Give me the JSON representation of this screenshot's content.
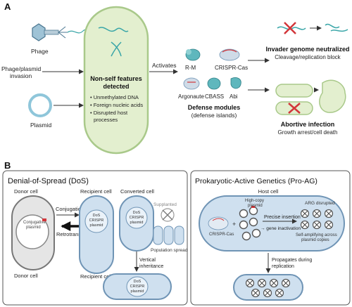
{
  "panelA": {
    "letter": "A",
    "phage_label": "Phage",
    "invasion_label": "Phage/plasmid invasion",
    "plasmid_label": "Plasmid",
    "cell_title": "Non-self features detected",
    "cell_bullets": [
      "Unmethylated DNA",
      "Foreign nucleic acids",
      "Disrupted host processes"
    ],
    "activates_label": "Activates",
    "modules": [
      {
        "name": "R-M"
      },
      {
        "name": "CRISPR-Cas"
      },
      {
        "name": "Argonaute"
      },
      {
        "name": "CBASS"
      },
      {
        "name": "Abi"
      }
    ],
    "modules_title": "Defense modules",
    "modules_subtitle": "(defense islands)",
    "outcome1_title": "Invader genome neutralized",
    "outcome1_sub": "Cleavage/replication block",
    "outcome2_title": "Abortive infection",
    "outcome2_sub": "Growth arrest/cell death"
  },
  "panelB": {
    "letter": "B",
    "dos": {
      "title": "Denial-of-Spread (DoS)",
      "donor_cell_top": "Donor cell",
      "donor_cell_bottom": "Donor cell",
      "conj_plasmid": "Conjugative plasmid",
      "conjugation": "Conjugation",
      "retrotransfer": "Retrotransfer",
      "recipient_top": "Recipient cell",
      "recipient_bottom": "Recipient cell",
      "dos_crispr": "DoS CRISPR plasmid",
      "converted": "Converted cell",
      "supplanted": "Supplanted",
      "population": "Population spread",
      "vertical": "Vertical inheritance"
    },
    "proag": {
      "title": "Prokaryotic-Active Genetics (Pro-AG)",
      "host": "Host cell",
      "high_copy": "High-copy plasmid",
      "crispr_cas": "CRISPR-Cas",
      "precise": "Precise insertion",
      "gene_inact": "→ gene inactivation",
      "arg": "ARG disrupted",
      "self_amp": "Self-amplifying across plasmid copies",
      "propagates": "Propagates during replication"
    }
  },
  "colors": {
    "cell_fill": "#e3efcf",
    "cell_stroke": "#a9c98a",
    "teal": "#3aa6a8",
    "blue_cell": "#cfe0ef",
    "blue_stroke": "#6f94b5",
    "red": "#d2363a",
    "panel_border": "#555555"
  }
}
